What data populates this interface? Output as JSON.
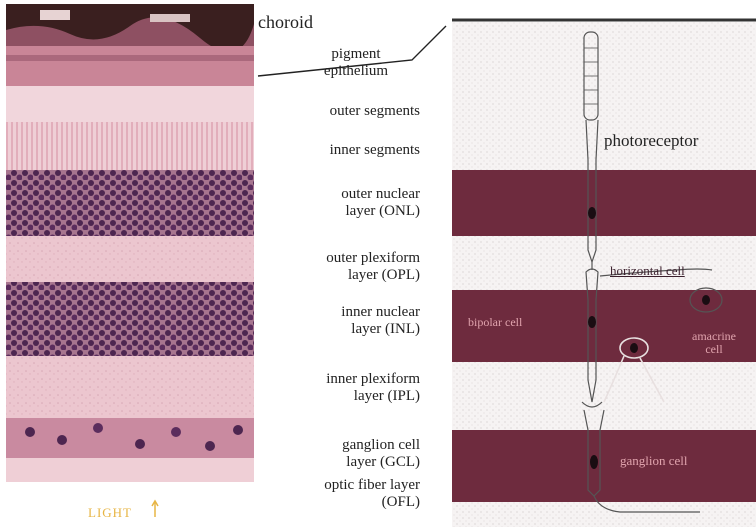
{
  "labels": {
    "choroid": "choroid",
    "pigment_epithelium": [
      "pigment",
      "epithelium"
    ],
    "outer_segments": "outer segments",
    "inner_segments": "inner segments",
    "onl": [
      "outer nuclear",
      "layer (ONL)"
    ],
    "opl": [
      "outer plexiform",
      "layer (OPL)"
    ],
    "inl": [
      "inner nuclear",
      "layer (INL)"
    ],
    "ipl": [
      "inner plexiform",
      "layer (IPL)"
    ],
    "gcl": [
      "ganglion cell",
      "layer (GCL)"
    ],
    "ofl": [
      "optic fiber layer",
      "(OFL)"
    ],
    "light": "LIGHT",
    "photoreceptor": "photoreceptor",
    "horizontal_cell": "horizontal cell",
    "bipolar_cell": "bipolar cell",
    "amacrine_cell": [
      "amacrine",
      "cell"
    ],
    "ganglion_cell": "ganglion cell"
  },
  "colors": {
    "band": "#6e2b3e",
    "cell_label_on_band": "#e0a3ad",
    "micro_pink": "#e9b7c0",
    "nuclei": "#4d2650",
    "choroid": "#3a1f1f"
  }
}
